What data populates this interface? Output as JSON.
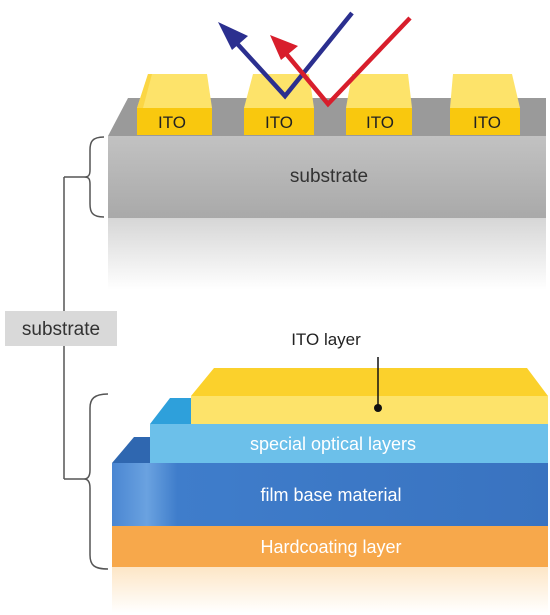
{
  "top_panel": {
    "ito_labels": [
      "ITO",
      "ITO",
      "ITO",
      "ITO"
    ],
    "substrate_label": "substrate"
  },
  "side_label": "substrate",
  "bottom_panel": {
    "ito_layer_label": "ITO layer",
    "optical_label": "special optical layers",
    "film_label": "film base material",
    "hardcoat_label": "Hardcoating layer"
  },
  "colors": {
    "ito": "#f9c80e",
    "ito_light": "#fde36a",
    "substrate": "#b3b3b3",
    "optical": "#6cc0ea",
    "film": "#3d7cc9",
    "hardcoat": "#f7a84b",
    "arrow_blue": "#2b2f8f",
    "arrow_red": "#d81e2c"
  }
}
